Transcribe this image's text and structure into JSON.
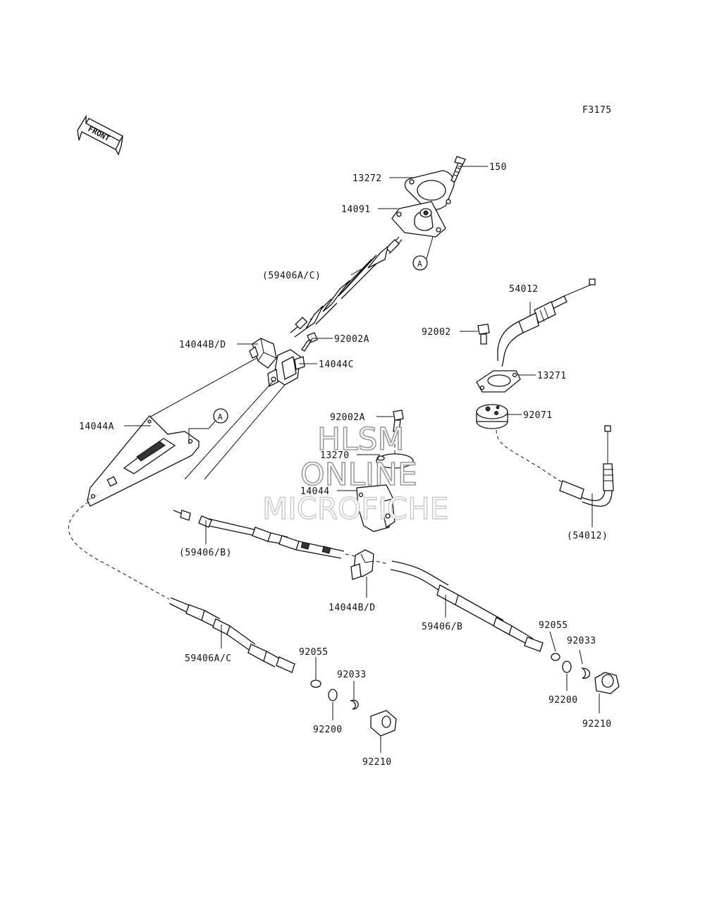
{
  "figure_code": "F3175",
  "front_label": "FRONT",
  "ref_marker": "A",
  "labels": {
    "p150": "150",
    "p13272": "13272",
    "p14091": "14091",
    "p59406ac_paren": "(59406A/C)",
    "p14044bd_top": "14044B/D",
    "p92002a_top": "92002A",
    "p14044c": "14044C",
    "p14044a": "14044A",
    "p54012": "54012",
    "p92002": "92002",
    "p13271": "13271",
    "p92071": "92071",
    "p92002a_mid": "92002A",
    "p13270": "13270",
    "p14044": "14044",
    "p54012_paren": "(54012)",
    "p59406b_paren": "(59406/B)",
    "p14044bd_mid": "14044B/D",
    "p59406b": "59406/B",
    "p92055_right": "92055",
    "p92033_right": "92033",
    "p92200_right": "92200",
    "p92210_right": "92210",
    "p59406ac": "59406A/C",
    "p92055_left": "92055",
    "p92033_left": "92033",
    "p92200_left": "92200",
    "p92210_left": "92210"
  },
  "watermark": {
    "line1": "HLSM",
    "line2": "ONLINE",
    "line3": "MICROFICHE"
  }
}
